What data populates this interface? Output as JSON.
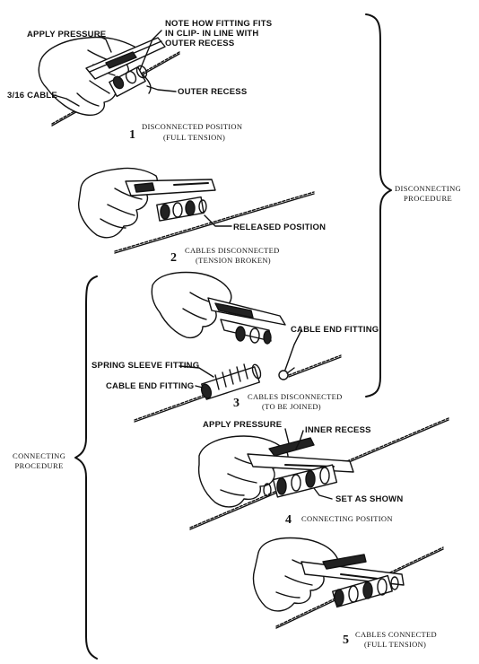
{
  "steps": [
    {
      "number": "1",
      "caption_line1": "DISCONNECTED POSITION",
      "caption_line2": "(FULL TENSION)",
      "labels": {
        "apply_pressure": "APPLY PRESSURE",
        "note_line1": "NOTE HOW FITTING FITS",
        "note_line2": "IN CLIP- IN LINE WITH",
        "note_line3": "OUTER RECESS",
        "outer_recess": "OUTER RECESS",
        "cable_size": "3/16 CABLE"
      }
    },
    {
      "number": "2",
      "caption_line1": "CABLES DISCONNECTED",
      "caption_line2": "(TENSION BROKEN)",
      "labels": {
        "released_position": "RELEASED POSITION"
      }
    },
    {
      "number": "3",
      "caption_line1": "CABLES DISCONNECTED",
      "caption_line2": "(TO BE JOINED)",
      "labels": {
        "cable_end_fitting_right": "CABLE END FITTING",
        "spring_sleeve_fitting": "SPRING SLEEVE FITTING",
        "cable_end_fitting_left": "CABLE END FITTING"
      }
    },
    {
      "number": "4",
      "caption_line1": "CONNECTING POSITION",
      "labels": {
        "apply_pressure": "APPLY PRESSURE",
        "inner_recess": "INNER RECESS",
        "set_as_shown": "SET AS SHOWN"
      }
    },
    {
      "number": "5",
      "caption_line1": "CABLES CONNECTED",
      "caption_line2": "(FULL TENSION)"
    }
  ],
  "procedures": {
    "disconnecting_line1": "DISCONNECTING",
    "disconnecting_line2": "PROCEDURE",
    "connecting_line1": "CONNECTING",
    "connecting_line2": "PROCEDURE"
  }
}
